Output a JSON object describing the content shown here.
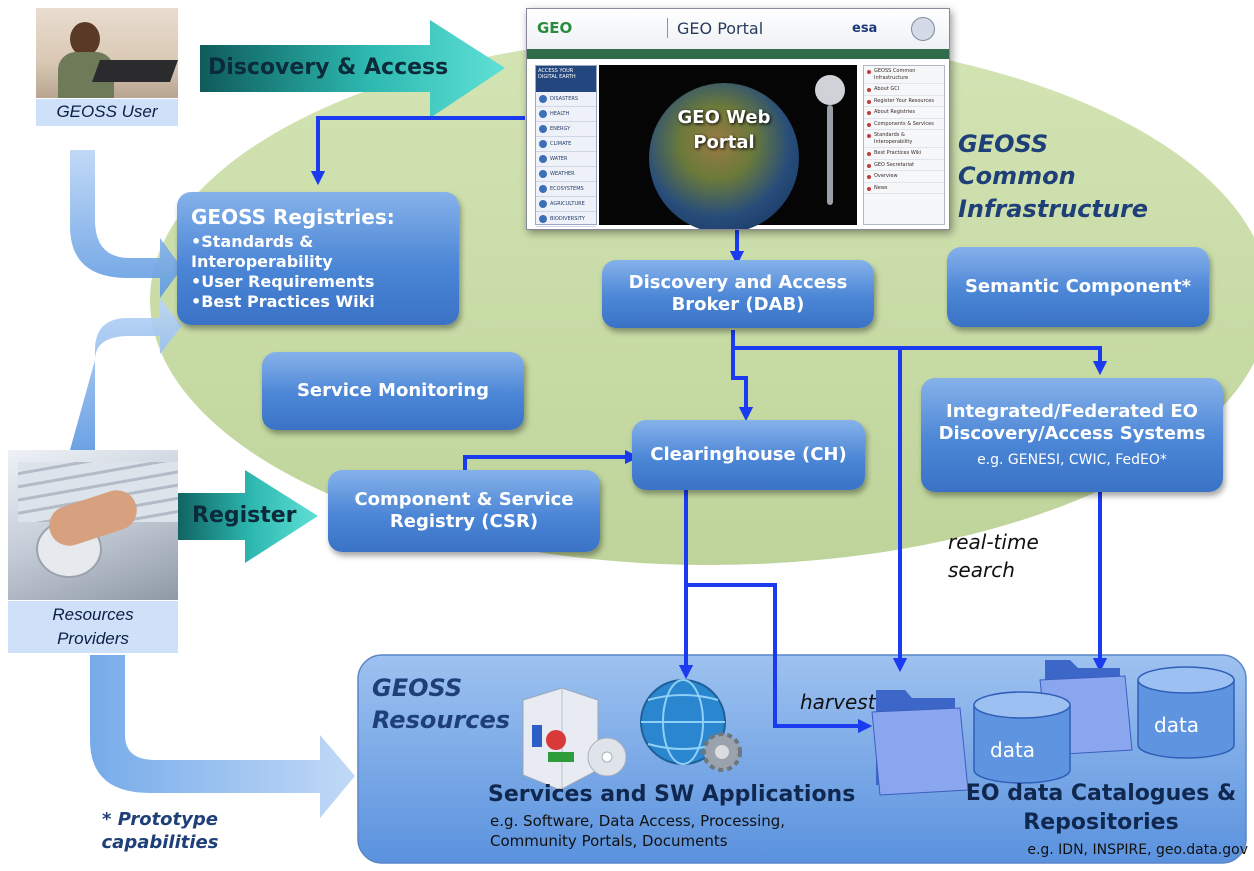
{
  "actors": {
    "user_label": "GEOSS User",
    "provider_label": "Resources\nProviders"
  },
  "flows": {
    "discovery_access": "Discovery & Access",
    "register": "Register"
  },
  "portal": {
    "header_title": "GEO Portal",
    "logo_text": "GEO",
    "esa_text": "esa",
    "globe_label": "GEO Web\nPortal",
    "side_tab_title": "ACCESS YOUR DIGITAL EARTH",
    "side_items": [
      "DISASTERS",
      "HEALTH",
      "ENERGY",
      "CLIMATE",
      "WATER",
      "WEATHER",
      "ECOSYSTEMS",
      "AGRICULTURE",
      "BIODIVERSITY"
    ],
    "right_items": [
      "GEOSS Common Infrastructure",
      "About GCI",
      "Register Your Resources",
      "About Registries",
      "Components & Services",
      "Standards & Interoperability",
      "Best Practices Wiki",
      "GEO Secretariat",
      "Overview",
      "News"
    ]
  },
  "infrastructure_label": "GEOSS\nCommon\nInfrastructure",
  "registries": {
    "title": "GEOSS Registries:",
    "items": [
      "•Standards &",
      "Interoperability",
      "•User Requirements",
      "•Best Practices Wiki"
    ]
  },
  "dab": "Discovery and Access\nBroker (DAB)",
  "semantic": "Semantic Component*",
  "service_monitoring": "Service Monitoring",
  "clearinghouse": "Clearinghouse (CH)",
  "integrated": {
    "title": "Integrated/Federated EO\nDiscovery/Access Systems",
    "examples": "e.g. GENESI, CWIC, FedEO*"
  },
  "csr": "Component & Service\nRegistry (CSR)",
  "realtime_label": "real-time\nsearch",
  "harvest_label": "harvest",
  "resources": {
    "title": "GEOSS\nResources",
    "services_title": "Services and SW Applications",
    "services_sub": "e.g. Software, Data Access, Processing,\nCommunity Portals, Documents",
    "catalogues_title": "EO data Catalogues &\nRepositories",
    "catalogues_sub": "e.g. IDN, INSPIRE, geo.data.gov",
    "data_label": "data"
  },
  "footnote": "* Prototype\ncapabilities",
  "colors": {
    "ellipse": "#c6d9a2",
    "box_blue": "#4c86d6",
    "flow_arrow": "#1a3bf0",
    "label_blue": "#1e3f78"
  }
}
